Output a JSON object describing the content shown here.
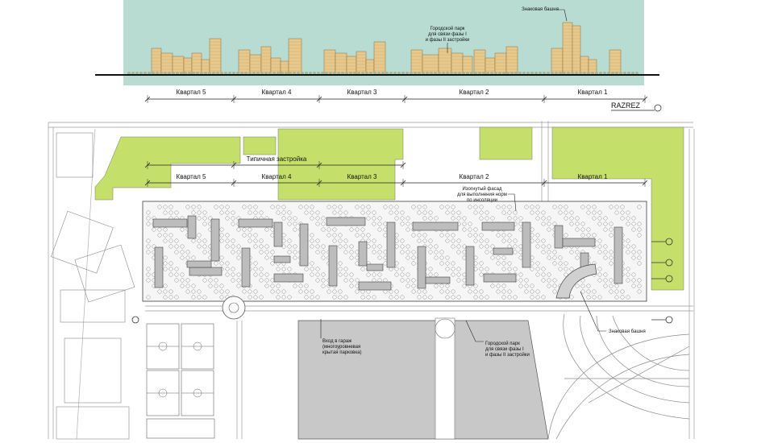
{
  "elevation": {
    "quarters": [
      "Квартал 5",
      "Квартал 4",
      "Квартал 3",
      "Квартал 2",
      "Квартал 1"
    ],
    "park_note": [
      "Городской парк",
      "для связи фазы I",
      "и фазы II застройки"
    ],
    "tower_note": "Знаковая башня",
    "section_label": "RAZREZ"
  },
  "plan": {
    "typical_label": "Типичная застройка",
    "quarters": [
      "Квартал 5",
      "Квартал 4",
      "Квартал 3",
      "Квартал 2",
      "Квартал 1"
    ],
    "facade_note": [
      "Изогнутый фасад",
      "для выполнения норм",
      "по инсоляции"
    ],
    "garage_note": [
      "Вход в гараж",
      "(многоуровневая",
      "крытая парковка)"
    ],
    "park_note": [
      "Городской парк",
      "для связи фазы I",
      "и фазы II застройки"
    ],
    "tower_note": "Знаковая башня"
  },
  "colors": {
    "sky": "#b9dcd2",
    "green": "#c5e06a",
    "building": "#e7c98c",
    "block": "#bdbdbd",
    "parking": "#c8c8c8"
  }
}
